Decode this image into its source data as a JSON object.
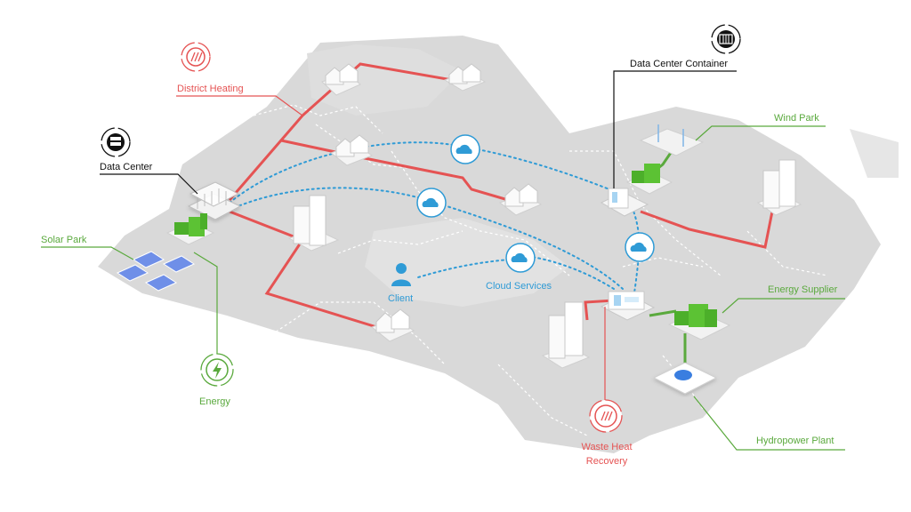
{
  "colors": {
    "heating": "#e55353",
    "energy": "#5aa93d",
    "cloud": "#2f9bd6",
    "land": "#d9d9d9",
    "dark": "#111111"
  },
  "labels": {
    "district_heating": "District Heating",
    "data_center": "Data Center",
    "data_center_container": "Data Center Container",
    "wind_park": "Wind Park",
    "solar_park": "Solar Park",
    "client": "Client",
    "cloud_services": "Cloud Services",
    "energy_supplier": "Energy Supplier",
    "energy": "Energy",
    "waste_heat_line1": "Waste Heat",
    "waste_heat_line2": "Recovery",
    "hydropower_plant": "Hydropower Plant"
  },
  "icons": {
    "district_heating": "heat-waves-icon",
    "waste_heat": "heat-waves-icon",
    "data_center": "server-rack-icon",
    "data_center_container": "server-container-icon",
    "energy": "lightning-bolt-icon",
    "cloud": "cloud-icon",
    "client": "user-icon"
  }
}
